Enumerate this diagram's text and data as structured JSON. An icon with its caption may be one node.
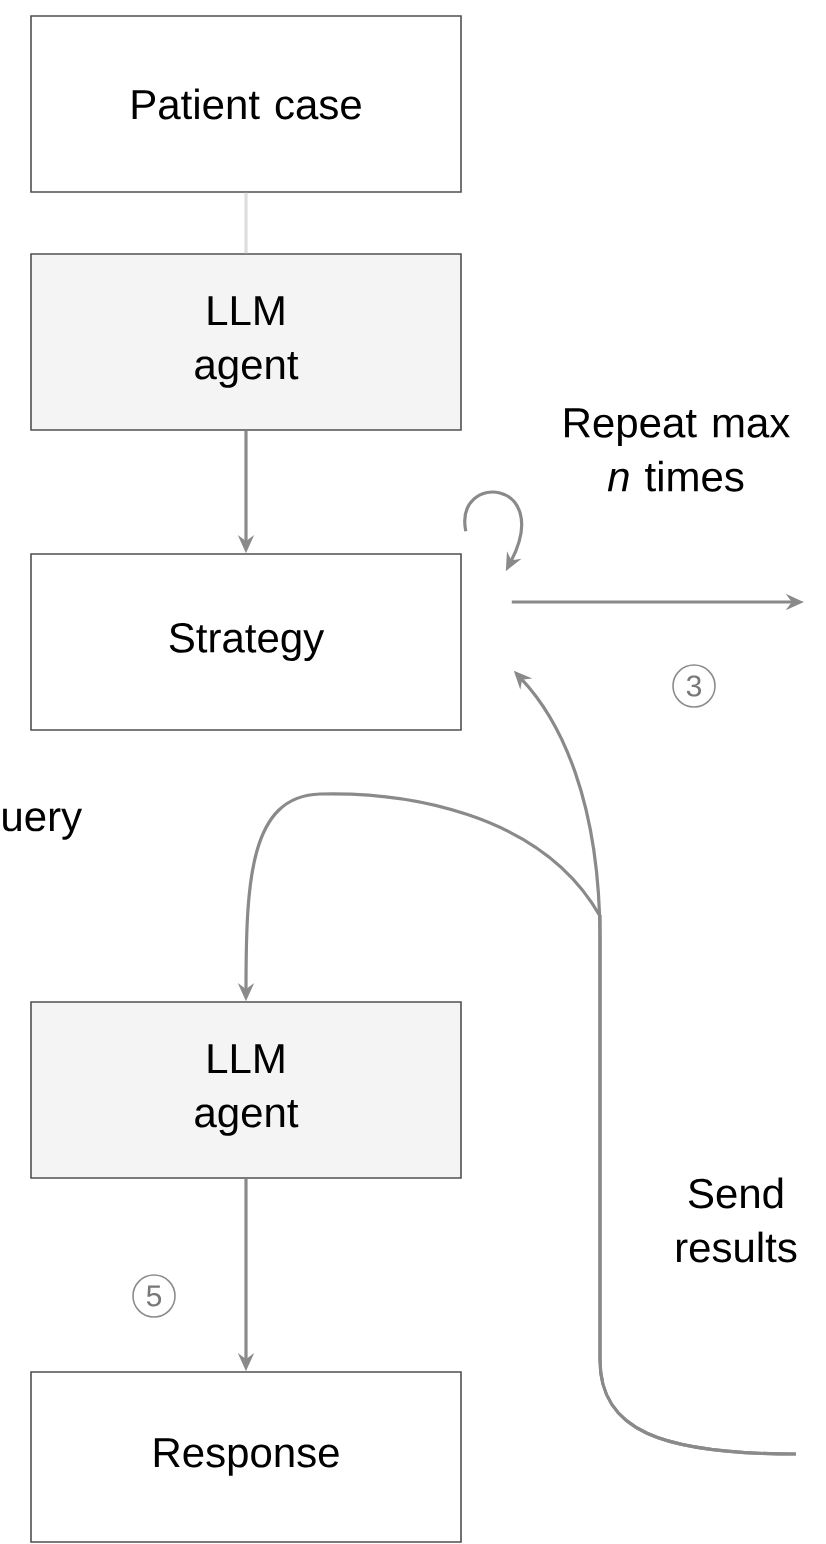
{
  "diagram": {
    "nodes": [
      {
        "text": [
          "Patient case"
        ]
      },
      {
        "text": [
          "LLM agent"
        ]
      },
      {
        "text": [
          "Strategy"
        ]
      },
      {
        "text": [
          "LLM agent"
        ]
      },
      {
        "text": [
          "Response"
        ]
      }
    ],
    "edges": [
      {
        "from": 0,
        "to": 1,
        "arrow": "none",
        "color": "#dddddd"
      },
      {
        "from": 1,
        "to": 2,
        "arrow": "to"
      },
      {
        "from": 2,
        "to": 2,
        "arrow": "to",
        "label": "Repeat max *n* times"
      },
      {
        "from": 2,
        "to": null,
        "arrow": "to",
        "label": "3"
      },
      {
        "from": null,
        "to": 2,
        "arrow": "to",
        "label": "Send results"
      },
      {
        "from": null,
        "to": 3,
        "arrow": "to"
      },
      {
        "from": 3,
        "to": 4,
        "arrow": "to",
        "label": "5"
      }
    ],
    "labels": [
      "uery"
    ]
  }
}
